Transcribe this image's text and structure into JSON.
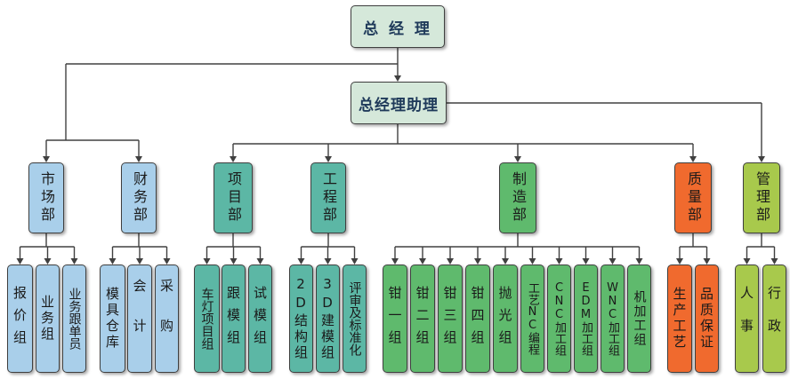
{
  "colors": {
    "top": "#d5e8da",
    "blue": "#a9cfea",
    "teal": "#5cb7a5",
    "green": "#5fba6d",
    "orange": "#f06a2e",
    "lime": "#a8c94c",
    "line": "#404040"
  },
  "root": {
    "label": "总 经 理"
  },
  "assistant": {
    "label": "总经理助理"
  },
  "departments": [
    {
      "id": "market",
      "label": "市场部",
      "color": "blue",
      "children": [
        {
          "label": "报价组"
        },
        {
          "label": "业务组"
        },
        {
          "label": "业务跟单员"
        }
      ]
    },
    {
      "id": "finance",
      "label": "财务部",
      "color": "blue",
      "children": [
        {
          "label": "模具仓库"
        },
        {
          "label": "会计"
        },
        {
          "label": "采购"
        }
      ]
    },
    {
      "id": "project",
      "label": "项目部",
      "color": "teal",
      "children": [
        {
          "label": "车灯项目组"
        },
        {
          "label": "跟模组"
        },
        {
          "label": "试模组"
        }
      ]
    },
    {
      "id": "engineering",
      "label": "工程部",
      "color": "teal",
      "children": [
        {
          "label": "2D结构组"
        },
        {
          "label": "3D建模组"
        },
        {
          "label": "评审及标准化"
        }
      ]
    },
    {
      "id": "manufacturing",
      "label": "制造部",
      "color": "green",
      "children": [
        {
          "label": "钳一组"
        },
        {
          "label": "钳二组"
        },
        {
          "label": "钳三组"
        },
        {
          "label": "钳四组"
        },
        {
          "label": "抛光组"
        },
        {
          "label": "工艺NC编程"
        },
        {
          "label": "CNC加工组"
        },
        {
          "label": "EDM加工组"
        },
        {
          "label": "WNC加工组"
        },
        {
          "label": "机加工组"
        }
      ]
    },
    {
      "id": "quality",
      "label": "质量部",
      "color": "orange",
      "children": [
        {
          "label": "生产工艺"
        },
        {
          "label": "品质保证"
        }
      ]
    },
    {
      "id": "management",
      "label": "管理部",
      "color": "lime",
      "children": [
        {
          "label": "人事"
        },
        {
          "label": "行政"
        }
      ]
    }
  ]
}
